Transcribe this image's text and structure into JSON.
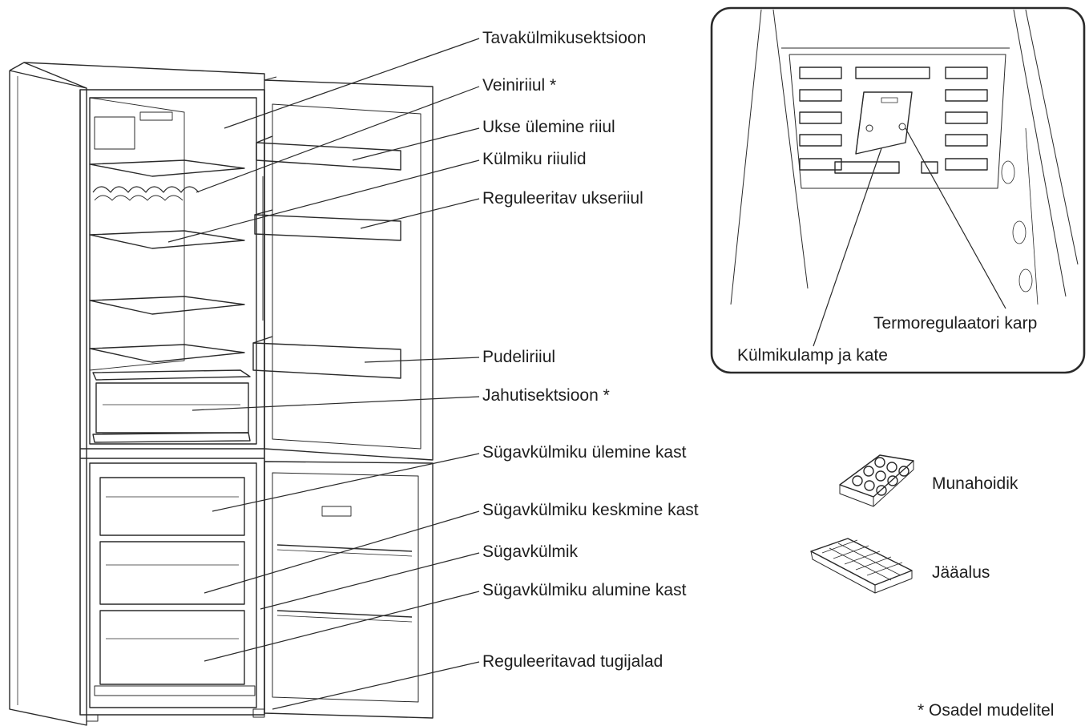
{
  "labels": {
    "fridge_compartment": "Tavakülmikusektsioon",
    "wine_rack": "Veiniriiul *",
    "door_top_shelf": "Ukse ülemine riiul",
    "fridge_shelves": "Külmiku riiulid",
    "adjustable_door_shelf": "Reguleeritav ukseriiul",
    "bottle_shelf": "Pudeliriiul",
    "chill_compartment": "Jahutisektsioon *",
    "freezer_top_drawer": "Sügavkülmiku ülemine kast",
    "freezer_middle_drawer": "Sügavkülmiku keskmine kast",
    "freezer": "Sügavkülmik",
    "freezer_bottom_drawer": "Sügavkülmiku alumine kast",
    "adjustable_feet": "Reguleeritavad tugijalad"
  },
  "inset": {
    "thermostat_box": "Termoregulaatori karp",
    "lamp_and_cover": "Külmikulamp ja kate"
  },
  "accessories": {
    "egg_tray": "Munahoidik",
    "ice_tray": "Jääalus"
  },
  "footnote": "* Osadel mudelitel",
  "colors": {
    "line": "#2a2a2a",
    "label": "#1e1e1e"
  }
}
